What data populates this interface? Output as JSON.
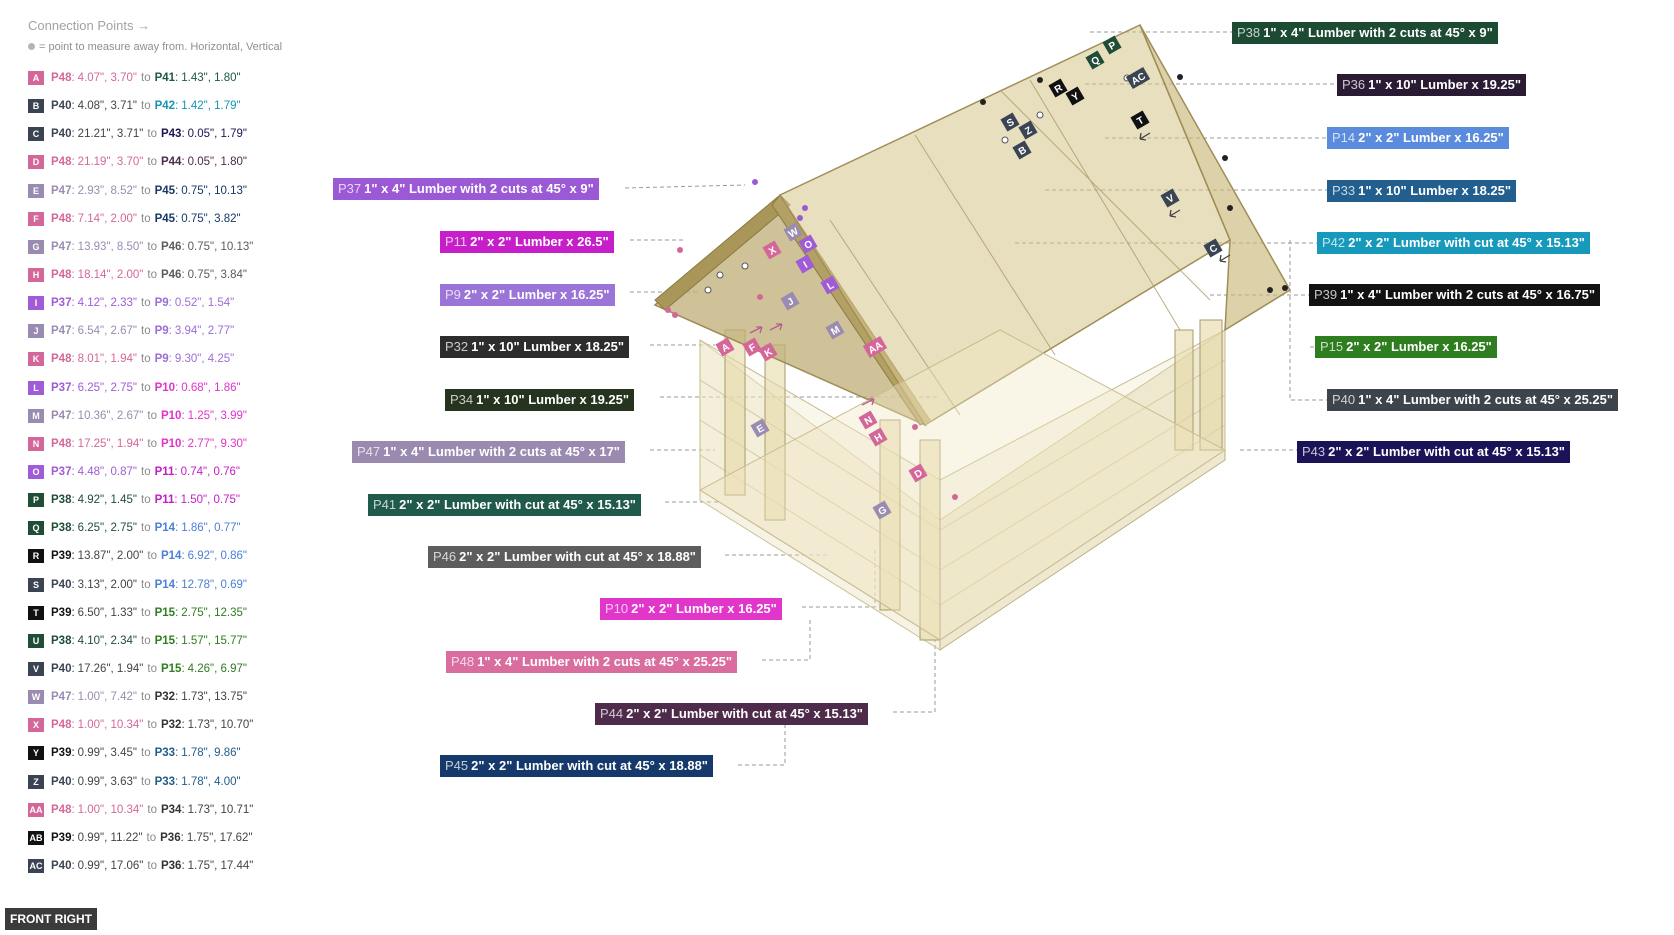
{
  "panel": {
    "title": "Connection Points",
    "arrow": "→",
    "legend_dot_icon": "dot-icon",
    "legend": "= point to measure away from. Horizontal, Vertical"
  },
  "connection_points": [
    {
      "id": "A",
      "color": "#d4679a",
      "from": "P48",
      "from_color": "#d4679a",
      "fv": "4.07\", 3.70\"",
      "to": "P41",
      "to_color": "#1f5748",
      "tv": "1.43\", 1.80\""
    },
    {
      "id": "B",
      "color": "#3a4452",
      "from": "P40",
      "from_color": "#3a4452",
      "fv": "4.08\", 3.71\"",
      "to": "P42",
      "to_color": "#1595b5",
      "tv": "1.42\", 1.79\""
    },
    {
      "id": "C",
      "color": "#3a4452",
      "from": "P40",
      "from_color": "#3a4452",
      "fv": "21.21\", 3.71\"",
      "to": "P43",
      "to_color": "#1b1453",
      "tv": "0.05\", 1.79\""
    },
    {
      "id": "D",
      "color": "#d4679a",
      "from": "P48",
      "from_color": "#d4679a",
      "fv": "21.19\", 3.70\"",
      "to": "P44",
      "to_color": "#4d2a4a",
      "tv": "0.05\", 1.80\""
    },
    {
      "id": "E",
      "color": "#9a8cb0",
      "from": "P47",
      "from_color": "#9a8cb0",
      "fv": "2.93\", 8.52\"",
      "to": "P45",
      "to_color": "#173966",
      "tv": "0.75\", 10.13\""
    },
    {
      "id": "F",
      "color": "#d4679a",
      "from": "P48",
      "from_color": "#d4679a",
      "fv": "7.14\", 2.00\"",
      "to": "P45",
      "to_color": "#173966",
      "tv": "0.75\", 3.82\""
    },
    {
      "id": "G",
      "color": "#9a8cb0",
      "from": "P47",
      "from_color": "#9a8cb0",
      "fv": "13.93\", 8.50\"",
      "to": "P46",
      "to_color": "#5c5c5c",
      "tv": "0.75\", 10.13\""
    },
    {
      "id": "H",
      "color": "#d4679a",
      "from": "P48",
      "from_color": "#d4679a",
      "fv": "18.14\", 2.00\"",
      "to": "P46",
      "to_color": "#5c5c5c",
      "tv": "0.75\", 3.84\""
    },
    {
      "id": "I",
      "color": "#a05bd6",
      "from": "P37",
      "from_color": "#a05bd6",
      "fv": "4.12\", 2.33\"",
      "to": "P9",
      "to_color": "#9a6ed6",
      "tv": "0.52\", 1.54\""
    },
    {
      "id": "J",
      "color": "#9a8cb0",
      "from": "P47",
      "from_color": "#9a8cb0",
      "fv": "6.54\", 2.67\"",
      "to": "P9",
      "to_color": "#9a6ed6",
      "tv": "3.94\", 2.77\""
    },
    {
      "id": "K",
      "color": "#d4679a",
      "from": "P48",
      "from_color": "#d4679a",
      "fv": "8.01\", 1.94\"",
      "to": "P9",
      "to_color": "#9a6ed6",
      "tv": "9.30\", 4.25\""
    },
    {
      "id": "L",
      "color": "#a05bd6",
      "from": "P37",
      "from_color": "#a05bd6",
      "fv": "6.25\", 2.75\"",
      "to": "P10",
      "to_color": "#e233c8",
      "tv": "0.68\", 1.86\""
    },
    {
      "id": "M",
      "color": "#9a8cb0",
      "from": "P47",
      "from_color": "#9a8cb0",
      "fv": "10.36\", 2.67\"",
      "to": "P10",
      "to_color": "#e233c8",
      "tv": "1.25\", 3.99\""
    },
    {
      "id": "N",
      "color": "#d4679a",
      "from": "P48",
      "from_color": "#d4679a",
      "fv": "17.25\", 1.94\"",
      "to": "P10",
      "to_color": "#e233c8",
      "tv": "2.77\", 9.30\""
    },
    {
      "id": "O",
      "color": "#a05bd6",
      "from": "P37",
      "from_color": "#a05bd6",
      "fv": "4.48\", 0.87\"",
      "to": "P11",
      "to_color": "#c41cc7",
      "tv": "0.74\", 0.76\""
    },
    {
      "id": "P",
      "color": "#1f4d36",
      "from": "P38",
      "from_color": "#1f4d36",
      "fv": "4.92\", 1.45\"",
      "to": "P11",
      "to_color": "#c41cc7",
      "tv": "1.50\", 0.75\""
    },
    {
      "id": "Q",
      "color": "#1f4d36",
      "from": "P38",
      "from_color": "#1f4d36",
      "fv": "6.25\", 2.75\"",
      "to": "P14",
      "to_color": "#4c7fd6",
      "tv": "1.86\", 0.77\""
    },
    {
      "id": "R",
      "color": "#111111",
      "from": "P39",
      "from_color": "#111111",
      "fv": "13.87\", 2.00\"",
      "to": "P14",
      "to_color": "#4c7fd6",
      "tv": "6.92\", 0.86\""
    },
    {
      "id": "S",
      "color": "#3a4452",
      "from": "P40",
      "from_color": "#3a4452",
      "fv": "3.13\", 2.00\"",
      "to": "P14",
      "to_color": "#4c7fd6",
      "tv": "12.78\", 0.69\""
    },
    {
      "id": "T",
      "color": "#111111",
      "from": "P39",
      "from_color": "#111111",
      "fv": "6.50\", 1.33\"",
      "to": "P15",
      "to_color": "#2f7d1f",
      "tv": "2.75\", 12.35\""
    },
    {
      "id": "U",
      "color": "#1f4d36",
      "from": "P38",
      "from_color": "#1f4d36",
      "fv": "4.10\", 2.34\"",
      "to": "P15",
      "to_color": "#2f7d1f",
      "tv": "1.57\", 15.77\""
    },
    {
      "id": "V",
      "color": "#3a4452",
      "from": "P40",
      "from_color": "#3a4452",
      "fv": "17.26\", 1.94\"",
      "to": "P15",
      "to_color": "#2f7d1f",
      "tv": "4.26\", 6.97\""
    },
    {
      "id": "W",
      "color": "#9a8cb0",
      "from": "P47",
      "from_color": "#9a8cb0",
      "fv": "1.00\", 7.42\"",
      "to": "P32",
      "to_color": "#333333",
      "tv": "1.73\", 13.75\""
    },
    {
      "id": "X",
      "color": "#d4679a",
      "from": "P48",
      "from_color": "#d4679a",
      "fv": "1.00\", 10.34\"",
      "to": "P32",
      "to_color": "#333333",
      "tv": "1.73\", 10.70\""
    },
    {
      "id": "Y",
      "color": "#111111",
      "from": "P39",
      "from_color": "#111111",
      "fv": "0.99\", 3.45\"",
      "to": "P33",
      "to_color": "#1f5d8a",
      "tv": "1.78\", 9.86\""
    },
    {
      "id": "Z",
      "color": "#3a4452",
      "from": "P40",
      "from_color": "#3a4452",
      "fv": "0.99\", 3.63\"",
      "to": "P33",
      "to_color": "#1f5d8a",
      "tv": "1.78\", 4.00\""
    },
    {
      "id": "AA",
      "color": "#d4679a",
      "from": "P48",
      "from_color": "#d4679a",
      "fv": "1.00\", 10.34\"",
      "to": "P34",
      "to_color": "#333333",
      "tv": "1.73\", 10.71\""
    },
    {
      "id": "AB",
      "color": "#111111",
      "from": "P39",
      "from_color": "#111111",
      "fv": "0.99\", 11.22\"",
      "to": "P36",
      "to_color": "#333333",
      "tv": "1.75\", 17.62\""
    },
    {
      "id": "AC",
      "color": "#3a4452",
      "from": "P40",
      "from_color": "#3a4452",
      "fv": "0.99\", 17.06\"",
      "to": "P36",
      "to_color": "#333333",
      "tv": "1.75\", 17.44\""
    }
  ],
  "parts": [
    {
      "id": "P38",
      "desc": "1\" x 4\" Lumber with 2 cuts at 45° x 9\"",
      "color": "#1c4a33"
    },
    {
      "id": "P36",
      "desc": "1\" x 10\" Lumber  x 19.25\"",
      "color": "#2a1b35"
    },
    {
      "id": "P14",
      "desc": "2\" x 2\" Lumber x 16.25\"",
      "color": "#5b8bdc"
    },
    {
      "id": "P37",
      "desc": "1\" x 4\" Lumber with 2 cuts at 45° x 9\"",
      "color": "#9b59d6"
    },
    {
      "id": "P33",
      "desc": "1\" x 10\" Lumber  x 18.25\"",
      "color": "#235f8e"
    },
    {
      "id": "P11",
      "desc": "2\" x 2\" Lumber x 26.5\"",
      "color": "#c61ec9"
    },
    {
      "id": "P42",
      "desc": "2\" x 2\" Lumber with cut at 45° x 15.13\"",
      "color": "#1799bb"
    },
    {
      "id": "P9",
      "desc": "2\" x 2\" Lumber x 16.25\"",
      "color": "#9b74d8"
    },
    {
      "id": "P39",
      "desc": "1\" x 4\" Lumber with 2 cuts at 45° x 16.75\"",
      "color": "#121212"
    },
    {
      "id": "P32",
      "desc": "1\" x 10\" Lumber  x 18.25\"",
      "color": "#2d2d2d"
    },
    {
      "id": "P15",
      "desc": "2\" x 2\" Lumber x 16.25\"",
      "color": "#2e7d1e"
    },
    {
      "id": "P34",
      "desc": "1\" x 10\" Lumber  x 19.25\"",
      "color": "#26331e"
    },
    {
      "id": "P40",
      "desc": "1\" x 4\" Lumber with 2 cuts at 45° x 25.25\"",
      "color": "#3e444b"
    },
    {
      "id": "P47",
      "desc": "1\" x 4\" Lumber with 2 cuts at 45° x 17\"",
      "color": "#9a8ab0"
    },
    {
      "id": "P43",
      "desc": "2\" x 2\" Lumber with cut at 45° x 15.13\"",
      "color": "#1b1357"
    },
    {
      "id": "P41",
      "desc": "2\" x 2\" Lumber with cut at 45° x 15.13\"",
      "color": "#1f5a4b"
    },
    {
      "id": "P46",
      "desc": "2\" x 2\" Lumber with cut at 45° x 18.88\"",
      "color": "#5d5d5d"
    },
    {
      "id": "P10",
      "desc": "2\" x 2\" Lumber x 16.25\"",
      "color": "#e236cb"
    },
    {
      "id": "P48",
      "desc": "1\" x 4\" Lumber with 2 cuts at 45° x 25.25\"",
      "color": "#d86d9e"
    },
    {
      "id": "P44",
      "desc": "2\" x 2\" Lumber with cut at 45° x 15.13\"",
      "color": "#4e2b4b"
    },
    {
      "id": "P45",
      "desc": "2\" x 2\" Lumber with cut at 45° x 18.88\"",
      "color": "#16396b"
    }
  ],
  "view_button": "FRONT RIGHT",
  "model_point_labels": [
    {
      "text": "P",
      "color": "#1f4d36"
    },
    {
      "text": "Q",
      "color": "#1f4d36"
    },
    {
      "text": "AC",
      "color": "#3a4452"
    },
    {
      "text": "R",
      "color": "#111111"
    },
    {
      "text": "Y",
      "color": "#111111"
    },
    {
      "text": "T",
      "color": "#111111"
    },
    {
      "text": "S",
      "color": "#3a4452"
    },
    {
      "text": "Z",
      "color": "#3a4452"
    },
    {
      "text": "B",
      "color": "#3a4452"
    },
    {
      "text": "V",
      "color": "#3a4452"
    },
    {
      "text": "C",
      "color": "#3a4452"
    },
    {
      "text": "W",
      "color": "#9a8cb0"
    },
    {
      "text": "X",
      "color": "#d4679a"
    },
    {
      "text": "O",
      "color": "#a05bd6"
    },
    {
      "text": "I",
      "color": "#a05bd6"
    },
    {
      "text": "L",
      "color": "#a05bd6"
    },
    {
      "text": "J",
      "color": "#9a8cb0"
    },
    {
      "text": "M",
      "color": "#9a8cb0"
    },
    {
      "text": "A",
      "color": "#d4679a"
    },
    {
      "text": "F",
      "color": "#d4679a"
    },
    {
      "text": "K",
      "color": "#d4679a"
    },
    {
      "text": "AA",
      "color": "#d4679a"
    },
    {
      "text": "E",
      "color": "#9a8cb0"
    },
    {
      "text": "N",
      "color": "#d4679a"
    },
    {
      "text": "H",
      "color": "#d4679a"
    },
    {
      "text": "D",
      "color": "#d4679a"
    },
    {
      "text": "G",
      "color": "#9a8cb0"
    }
  ]
}
